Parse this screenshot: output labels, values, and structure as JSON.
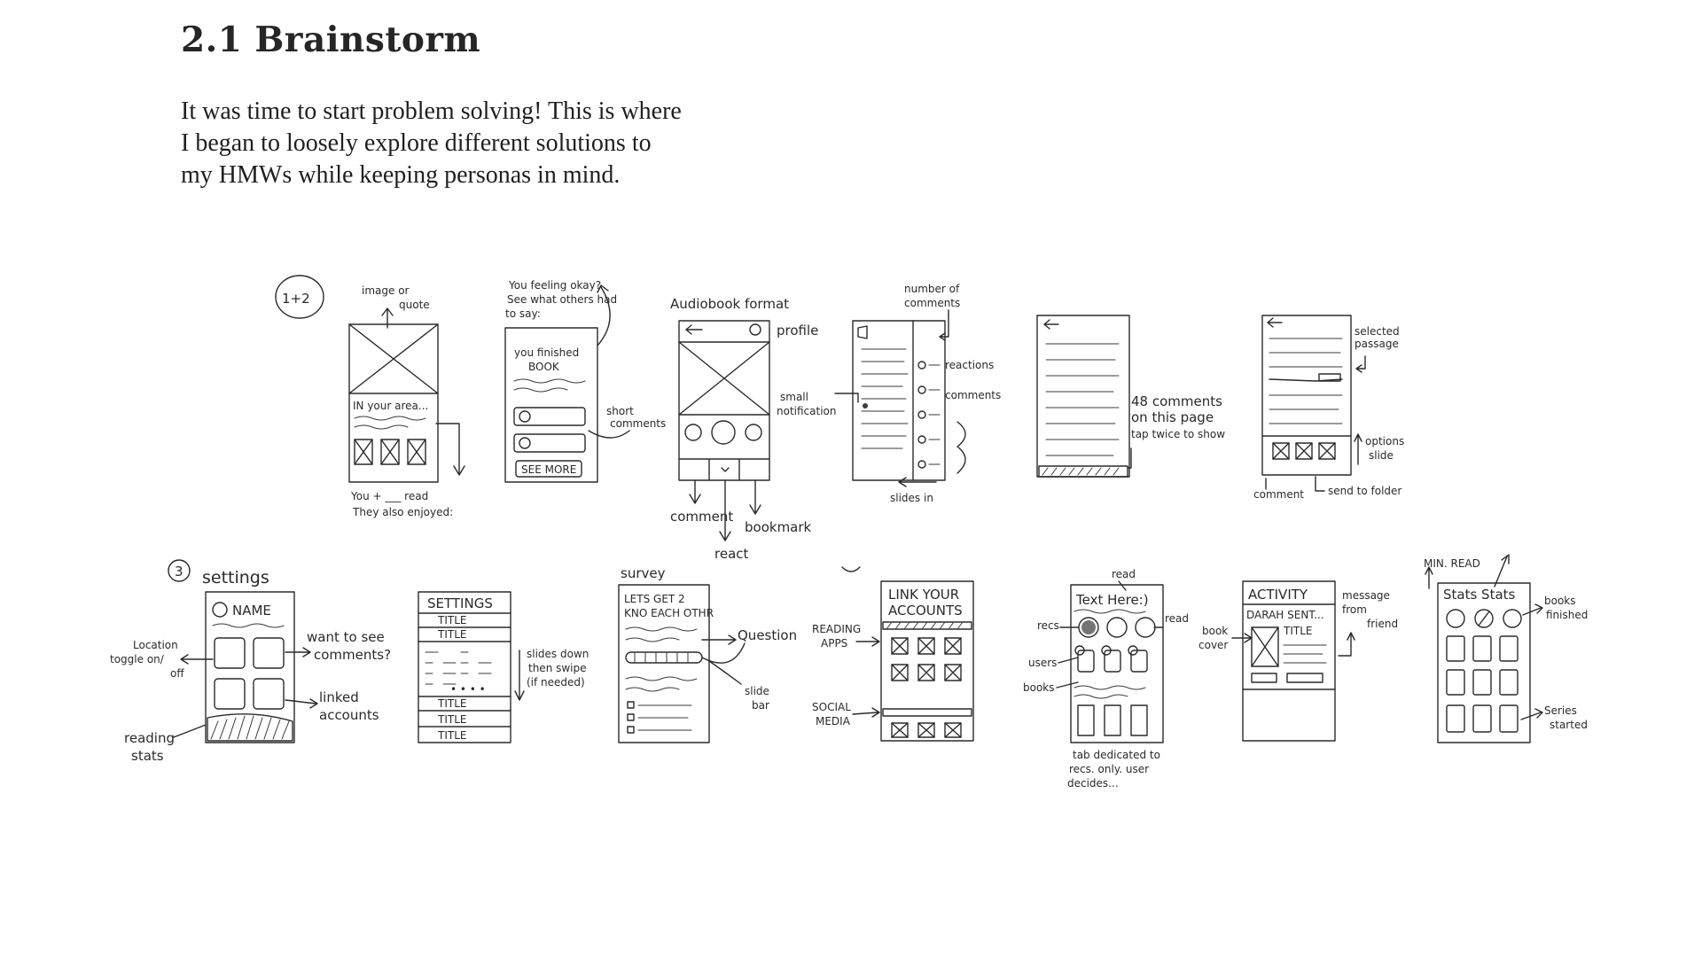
{
  "section": {
    "title": "2.1 Brainstorm",
    "intro_lines": [
      "It was time to start problem solving! This is where",
      "I began to loosely explore different solutions to",
      "my HMWs while keeping personas in mind."
    ]
  },
  "sketch_labels": {
    "group_12": "1+2",
    "image_or_quote_1": "image or",
    "image_or_quote_2": "quote",
    "in_your_area": "IN your area...",
    "you_read_1": "You + ___ read",
    "you_read_2": "They also enjoyed:",
    "feeling_1": "You feeling okay?",
    "feeling_2": "See what others had",
    "feeling_3": "to say:",
    "you_finished_1": "you finished",
    "you_finished_2": "BOOK",
    "see_more": "SEE MORE",
    "short_comments_1": "short",
    "short_comments_2": "comments",
    "audiobook_format": "Audiobook format",
    "profile": "profile",
    "comment": "comment",
    "react": "react",
    "bookmark": "bookmark",
    "num_comments_1": "number of",
    "num_comments_2": "comments",
    "reactions": "reactions",
    "comments": "comments",
    "small_notification_1": "small",
    "small_notification_2": "notification",
    "slides_in": "slides in",
    "comments_48_1": "48 comments",
    "comments_48_2": "on this page",
    "comments_48_3": "tap twice to show",
    "selected_passage_1": "selected",
    "selected_passage_2": "passage",
    "options_slide_1": "options",
    "options_slide_2": "slide",
    "comment_small": "comment",
    "send_to_folder": "send to folder",
    "group_3": "3",
    "settings_title": "settings",
    "name": "NAME",
    "location_toggle_1": "Location",
    "location_toggle_2": "toggle on/",
    "location_toggle_3": "off",
    "want_comments_1": "want to see",
    "want_comments_2": "comments?",
    "linked_accounts_1": "linked",
    "linked_accounts_2": "accounts",
    "reading_stats_1": "reading",
    "reading_stats_2": "stats",
    "settings_caps": "SETTINGS",
    "title_item": "TITLE",
    "slides_down_1": "slides down",
    "slides_down_2": "then swipe",
    "slides_down_3": "(if needed)",
    "survey": "survey",
    "lets_get_1": "LETS GET 2",
    "lets_get_2": "KNO EACH OTHR",
    "question": "Question",
    "slide_bar_1": "slide",
    "slide_bar_2": "bar",
    "link_accounts_1": "LINK YOUR",
    "link_accounts_2": "ACCOUNTS",
    "reading_apps_1": "READING",
    "reading_apps_2": "APPS",
    "social_media_1": "SOCIAL",
    "social_media_2": "MEDIA",
    "text_here": "Text Here:)",
    "read_top": "read",
    "read_right": "read",
    "recs": "recs",
    "users": "users",
    "books": "books",
    "tab_recs_1": "tab dedicated to",
    "tab_recs_2": "recs. only. user",
    "tab_recs_3": "decides...",
    "activity": "ACTIVITY",
    "darah_sent": "DARAH SENT...",
    "title_small": "TITLE",
    "book_cover_1": "book",
    "book_cover_2": "cover",
    "message_friend_1": "message",
    "message_friend_2": "from",
    "message_friend_3": "friend",
    "mins_read": "MIN. READ",
    "stats": "Stats Stats",
    "books_finished_1": "books",
    "books_finished_2": "finished",
    "series_started_1": "Series",
    "series_started_2": "started"
  }
}
